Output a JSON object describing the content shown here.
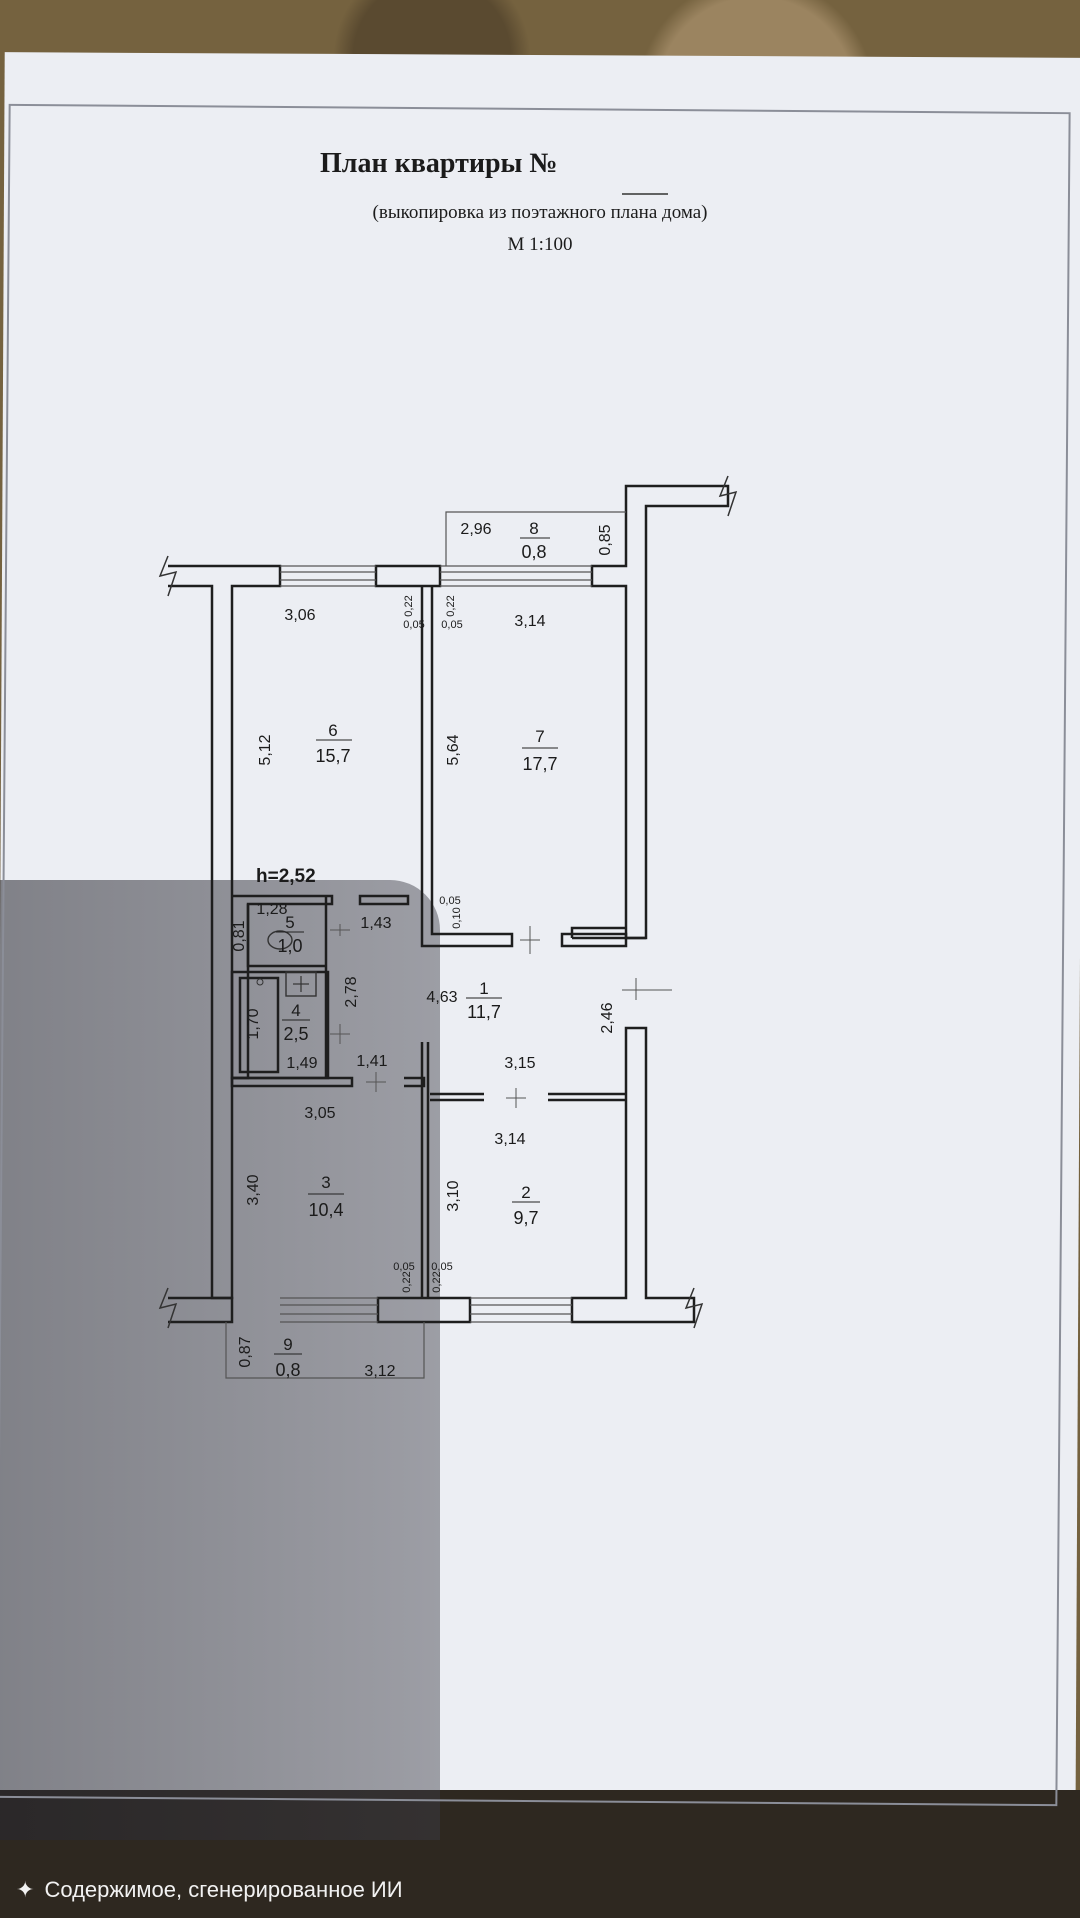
{
  "header": {
    "title": "План квартиры №",
    "subtitle": "(выкопировка из поэтажного плана дома)",
    "scale": "М 1:100"
  },
  "rooms": [
    {
      "number": "1",
      "area": "11,7"
    },
    {
      "number": "2",
      "area": "9,7"
    },
    {
      "number": "3",
      "area": "10,4"
    },
    {
      "number": "4",
      "area": "2,5"
    },
    {
      "number": "5",
      "area": "1,0"
    },
    {
      "number": "6",
      "area": "15,7"
    },
    {
      "number": "7",
      "area": "17,7"
    },
    {
      "number": "8",
      "area": "0,8"
    },
    {
      "number": "9",
      "area": "0,8"
    }
  ],
  "ceiling_height": "h=2,52",
  "dimensions": {
    "d296": "2,96",
    "d085": "0,85",
    "d306": "3,06",
    "d314a": "3,14",
    "d022a": "0,22",
    "d022b": "0,22",
    "d005a": "0,05",
    "d005b": "0,05",
    "d512": "5,12",
    "d564": "5,64",
    "d005c": "0,05",
    "d010": "0,10",
    "d128": "1,28",
    "d081": "0,81",
    "d143": "1,43",
    "d278": "2,78",
    "d463": "4,63",
    "d170": "1,70",
    "d149": "1,49",
    "d141": "1,41",
    "d315": "3,15",
    "d246": "2,46",
    "d305": "3,05",
    "d314b": "3,14",
    "d340": "3,40",
    "d310": "3,10",
    "d005d": "0,05",
    "d005e": "0,05",
    "d022c": "0,22",
    "d022d": "0,22",
    "d087": "0,87",
    "d312": "3,12"
  },
  "footer": {
    "icon": "sparkle-icon",
    "text": "Содержимое, сгенерированное ИИ"
  }
}
